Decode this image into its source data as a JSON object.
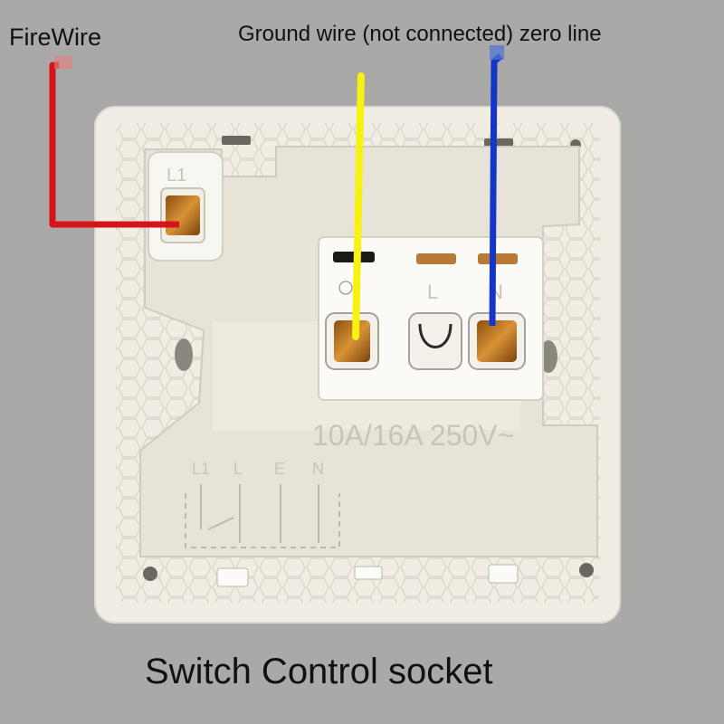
{
  "labels": {
    "firewire": "FireWire",
    "ground_zero": "Ground wire (not connected) zero line",
    "caption": "Switch Control socket"
  },
  "embossed": {
    "l1": "L1",
    "rating": "10A/16A 250V~",
    "terminal_l": "L",
    "terminal_n": "N",
    "diagram_l1": "L1",
    "diagram_l": "L",
    "diagram_e": "E",
    "diagram_n": "N"
  },
  "colors": {
    "background": "#a9a9a7",
    "panel": "#eeeae0",
    "firewire": "#d4151c",
    "ground": "#f7f20f",
    "zero_line": "#1336c8",
    "brass": "#c9822a"
  },
  "icons": {
    "earth": "earth-symbol-icon"
  }
}
